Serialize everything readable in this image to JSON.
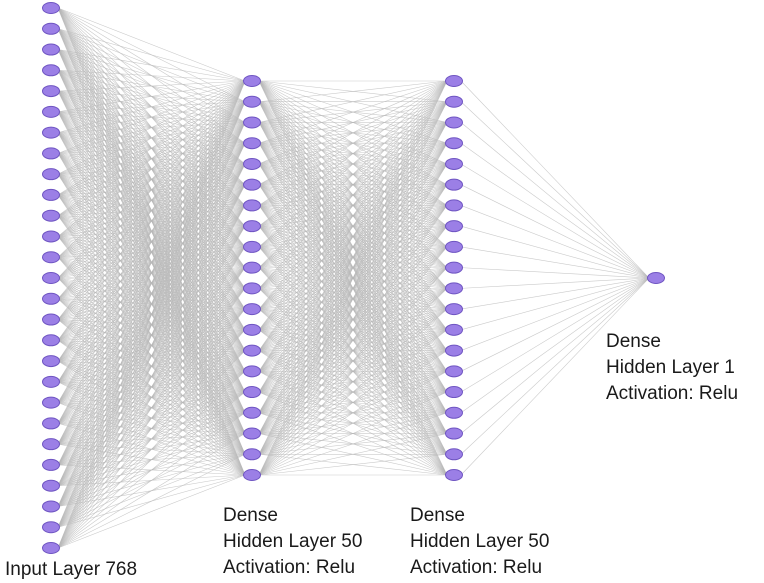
{
  "diagram": {
    "type": "neural-network",
    "node_color": "#9b7fe6",
    "node_stroke": "#6f55c2",
    "edge_color": "#b8b8b8",
    "node_icon": "neuron-node",
    "layers": [
      {
        "drawn_nodes": 27,
        "label": {
          "line1": "Input Layer 768"
        }
      },
      {
        "drawn_nodes": 20,
        "label": {
          "line1": "Dense",
          "line2": "Hidden Layer 50",
          "line3": "Activation: Relu"
        }
      },
      {
        "drawn_nodes": 20,
        "label": {
          "line1": "Dense",
          "line2": "Hidden Layer 50",
          "line3": "Activation: Relu"
        }
      },
      {
        "drawn_nodes": 1,
        "label": {
          "line1": "Dense",
          "line2": "Hidden Layer 1",
          "line3": "Activation: Relu"
        }
      }
    ]
  }
}
